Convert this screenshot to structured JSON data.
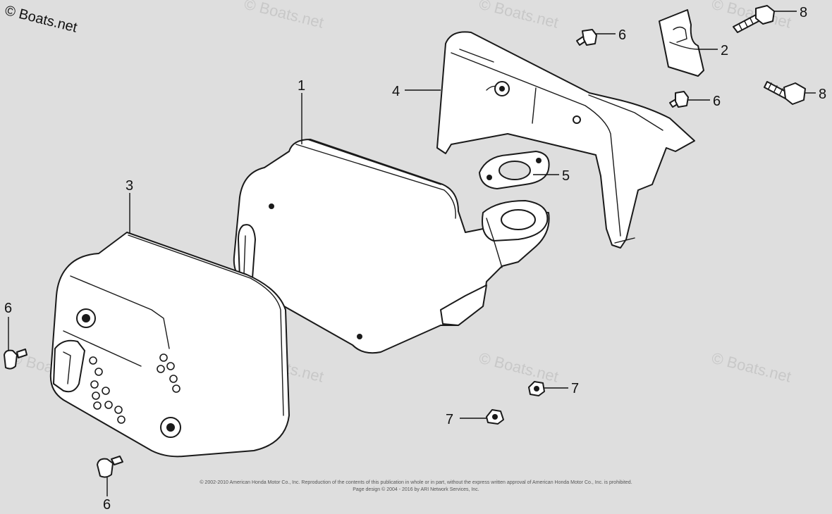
{
  "watermark": {
    "corner_text": "© Boats.net",
    "tile_text": "© Boats.net"
  },
  "callouts": {
    "muffler": "1",
    "stay": "2",
    "muffler_cover": "3",
    "muffler_protector": "4",
    "gasket": "5",
    "screw_6": "6",
    "nut_7": "7",
    "bolt_8": "8"
  },
  "copyright": {
    "line1": "© 2002-2010 American Honda Motor Co., Inc. Reproduction of the contents of this publication in whole or in part, without the express written approval of American Honda Motor Co., Inc. is prohibited.",
    "line2": "Page design © 2004 - 2016 by ARI Network Services, Inc."
  },
  "colors": {
    "background": "#dedede",
    "line_art": "#1a1a1a",
    "part_fill": "#ffffff"
  }
}
